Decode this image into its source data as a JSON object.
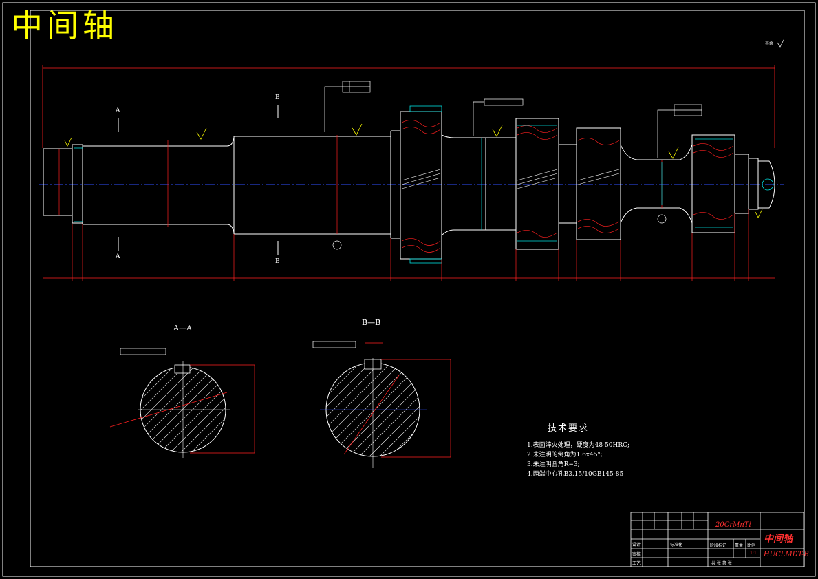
{
  "drawing_title": "中间轴",
  "roughness_note": "其余",
  "section_labels": {
    "aa": "A—A",
    "bb": "B—B"
  },
  "cut_marks": {
    "a": "A",
    "b": "B"
  },
  "tech_requirements": {
    "title": "技术要求",
    "items": [
      "1.表面淬火处理，硬度为48-50HRC;",
      "2.未注明的倒角为1.6x45°;",
      "3.未注明圆角R=3;",
      "4.两端中心孔B3.15/10GB145-85"
    ]
  },
  "title_block": {
    "material": "20CrMnTi",
    "part_name": "中间轴",
    "drawing_no": "HUCLMDT-B",
    "scale": "1:1",
    "labels": {
      "stage": "阶段标记",
      "weight": "重量",
      "scale": "比例",
      "design": "设计",
      "standard": "标准化",
      "review": "审核",
      "process": "工艺",
      "sheets": "共 张 第 张"
    }
  },
  "colors": {
    "outline": "#ffffff",
    "dimension": "#ff2020",
    "centerline": "#3050ff",
    "cyan": "#00e0e0",
    "title": "#ffff00"
  }
}
